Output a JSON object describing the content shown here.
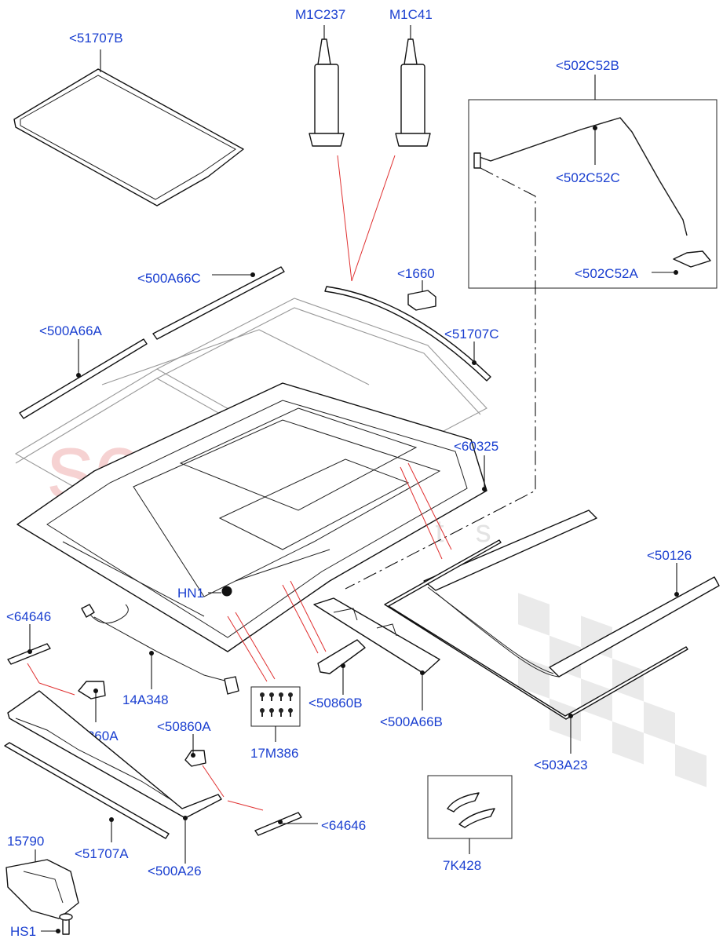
{
  "labels": {
    "seal_51707B": "<51707B",
    "m1c237": "M1C237",
    "m1c41": "M1C41",
    "hose_502C52B": "<502C52B",
    "hose_502C52C": "<502C52C",
    "hose_502C52A": "<502C52A",
    "trim_500A66C": "<500A66C",
    "part_1660": "<1660",
    "trim_500A66A": "<500A66A",
    "seal_51707C": "<51707C",
    "frame_60325": "<60325",
    "rail_50126": "<50126",
    "hn1": "HN1",
    "bracket_64646_left": "<64646",
    "harness_14A348": "14A348",
    "screws_17M386": "17M386",
    "bracket_50860B": "<50860B",
    "trim_500A66B": "<500A66B",
    "cable_503A23": "<503A23",
    "bracket_50860A_left": "<50860A",
    "bracket_50860A_right": "<50860A",
    "bracket_64646_right": "<64646",
    "clips_7K428": "7K428",
    "motor_15790": "15790",
    "seal_51707A": "<51707A",
    "deflector_500A26": "<500A26",
    "hs1": "HS1"
  },
  "watermark": {
    "main": "scuderia",
    "sub": "car parts"
  },
  "colors": {
    "label": "#1a3fd0",
    "watermark": "#f2b8b8",
    "leader_red": "#e03030"
  }
}
